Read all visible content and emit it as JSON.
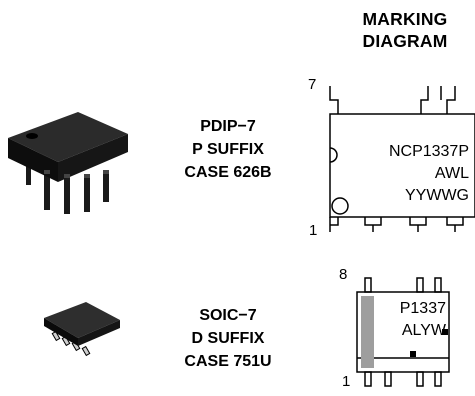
{
  "header": {
    "line1": "MARKING",
    "line2": "DIAGRAM"
  },
  "pdip": {
    "package": {
      "line1": "PDIP−7",
      "line2": "P SUFFIX",
      "line3": "CASE 626B"
    },
    "pin_top": "7",
    "pin_bottom": "1",
    "marking": {
      "line1": "NCP1337P",
      "line2": "AWL",
      "line3": "YYWWG"
    }
  },
  "soic": {
    "package": {
      "line1": "SOIC−7",
      "line2": "D SUFFIX",
      "line3": "CASE 751U"
    },
    "pin_top": "8",
    "pin_bottom": "1",
    "marking": {
      "line1": "P1337",
      "line2": "ALYW"
    }
  }
}
